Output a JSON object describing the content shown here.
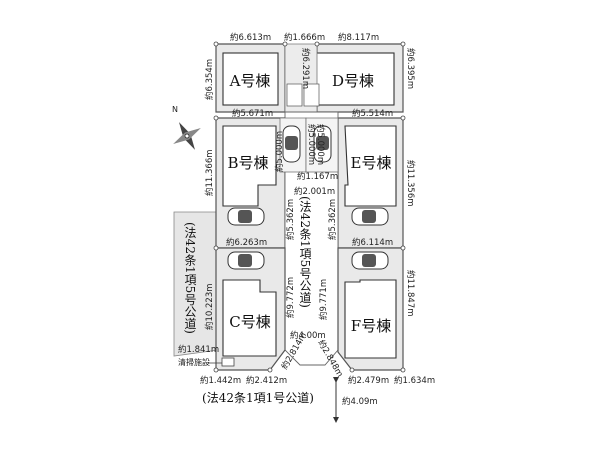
{
  "lots": [
    {
      "label": "A号棟"
    },
    {
      "label": "B号棟"
    },
    {
      "label": "C号棟"
    },
    {
      "label": "D号棟"
    },
    {
      "label": "E号棟"
    },
    {
      "label": "F号棟"
    }
  ],
  "roads": {
    "private_road": "(法42条1項5号公道)",
    "left_road": "(法42条1項5号公道)",
    "bottom_road": "(法42条1項1号公道)"
  },
  "facility": "清掃施設",
  "compass_letter": "N",
  "dims": {
    "top_a": "約6.613m",
    "top_mid": "約1.666m",
    "top_d": "約8.117m",
    "a_left": "約6.354m",
    "d_inner": "約6.291m",
    "d_right": "約6.395m",
    "b_top": "約5.671m",
    "e_top": "約5.514m",
    "park1": "約5.000m",
    "park2": "約5.000m",
    "park3": "約5.000m",
    "b_left": "約11.366m",
    "e_right": "約11.356m",
    "mid_1167": "約1.167m",
    "mid_2001": "約2.001m",
    "road_l_5362": "約5.362m",
    "road_r_5362": "約5.362m",
    "c_top": "約6.263m",
    "f_top": "約6.114m",
    "c_left": "約10.223m",
    "f_right": "約11.847m",
    "road_l_9772": "約9.772m",
    "road_r_9771": "約9.771m",
    "road_w": "約4.00m",
    "chamfer_l": "約2.814m",
    "chamfer_r": "約2.848m",
    "left_1841": "約1.841m",
    "bot_1442": "約1.442m",
    "bot_2412": "約2.412m",
    "bot_2479": "約2.479m",
    "bot_1634": "約1.634m",
    "bottom_road_w": "約4.09m"
  }
}
